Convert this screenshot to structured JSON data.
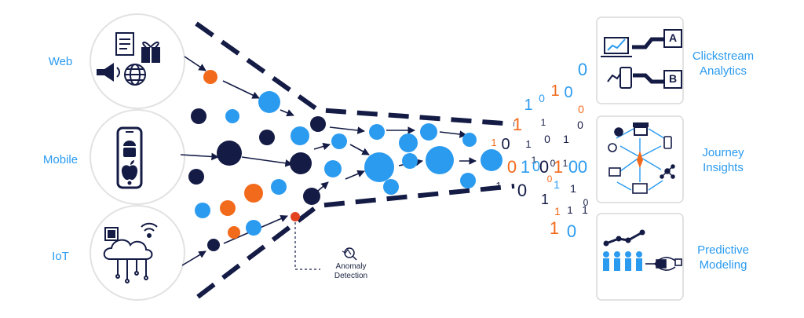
{
  "colors": {
    "navy": "#141b45",
    "blue": "#2b9bf0",
    "orange": "#f26a1b",
    "red": "#e4421f",
    "circle_border": "#e2e2e2",
    "label": "#2b9bf0"
  },
  "sources": [
    {
      "label": "Web",
      "icons": [
        "document-icon",
        "gift-icon",
        "megaphone-icon",
        "globe-icon"
      ]
    },
    {
      "label": "Mobile",
      "icons": [
        "smartphone-icon",
        "android-icon",
        "apple-icon"
      ]
    },
    {
      "label": "IoT",
      "icons": [
        "chip-icon",
        "cloud-circuit-icon",
        "wireless-icon"
      ]
    }
  ],
  "outputs": [
    {
      "label_line1": "Clickstream",
      "label_line2": "Analytics",
      "icons": [
        "laptop-chart-icon",
        "phone-chart-icon",
        "label-a-icon",
        "label-b-icon"
      ]
    },
    {
      "label_line1": "Journey",
      "label_line2": "Insights",
      "icons": [
        "store-icon",
        "customer-network-icon"
      ]
    },
    {
      "label_line1": "Predictive",
      "label_line2": "Modeling",
      "icons": [
        "people-icon",
        "trend-line-icon",
        "model-flow-icon"
      ]
    }
  ],
  "ab_labels": {
    "a": "A",
    "b": "B"
  },
  "anomaly": {
    "line1": "Anomaly",
    "line2": "Detection"
  },
  "binary": [
    {
      "t": "0",
      "c": "blue"
    },
    {
      "t": "1",
      "c": "blue"
    },
    {
      "t": "0",
      "c": "blue"
    },
    {
      "t": "1",
      "c": "orange"
    },
    {
      "t": "0",
      "c": "blue"
    },
    {
      "t": "0",
      "c": "orange"
    },
    {
      "t": "1",
      "c": "navy"
    },
    {
      "t": "1",
      "c": "orange"
    },
    {
      "t": "0",
      "c": "navy"
    },
    {
      "t": "1",
      "c": "navy"
    },
    {
      "t": "0",
      "c": "navy"
    },
    {
      "t": "1",
      "c": "navy"
    },
    {
      "t": "1",
      "c": "orange"
    },
    {
      "t": "0",
      "c": "navy"
    },
    {
      "t": "1",
      "c": "navy"
    },
    {
      "t": "0",
      "c": "navy"
    },
    {
      "t": "1",
      "c": "navy"
    },
    {
      "t": "0",
      "c": "blue"
    },
    {
      "t": "0",
      "c": "orange"
    },
    {
      "t": "1",
      "c": "blue"
    },
    {
      "t": "0",
      "c": "navy"
    },
    {
      "t": "1",
      "c": "orange"
    },
    {
      "t": "0",
      "c": "blue"
    },
    {
      "t": "0",
      "c": "blue"
    },
    {
      "t": "1",
      "c": "navy"
    },
    {
      "t": "0",
      "c": "navy"
    },
    {
      "t": "1",
      "c": "blue"
    },
    {
      "t": "0",
      "c": "orange"
    },
    {
      "t": "1",
      "c": "navy"
    },
    {
      "t": "1",
      "c": "navy"
    },
    {
      "t": "0",
      "c": "navy"
    },
    {
      "t": "1",
      "c": "orange"
    },
    {
      "t": "1",
      "c": "navy"
    },
    {
      "t": "1",
      "c": "navy"
    },
    {
      "t": "1",
      "c": "orange"
    },
    {
      "t": "0",
      "c": "blue"
    },
    {
      "t": "1",
      "c": "orange"
    }
  ],
  "particles": [
    {
      "c": "orange"
    },
    {
      "c": "blue"
    },
    {
      "c": "navy"
    },
    {
      "c": "blue"
    },
    {
      "c": "navy"
    },
    {
      "c": "navy"
    },
    {
      "c": "orange"
    },
    {
      "c": "navy"
    },
    {
      "c": "navy"
    },
    {
      "c": "blue"
    },
    {
      "c": "navy"
    },
    {
      "c": "navy"
    },
    {
      "c": "blue"
    },
    {
      "c": "blue"
    },
    {
      "c": "orange"
    },
    {
      "c": "blue"
    },
    {
      "c": "navy"
    },
    {
      "c": "blue"
    },
    {
      "c": "orange"
    },
    {
      "c": "blue"
    },
    {
      "c": "orange"
    },
    {
      "c": "navy"
    },
    {
      "c": "red"
    },
    {
      "c": "blue"
    },
    {
      "c": "blue"
    },
    {
      "c": "blue"
    },
    {
      "c": "blue"
    },
    {
      "c": "blue"
    },
    {
      "c": "blue"
    },
    {
      "c": "blue"
    },
    {
      "c": "blue"
    },
    {
      "c": "blue"
    },
    {
      "c": "blue"
    },
    {
      "c": "blue"
    }
  ]
}
